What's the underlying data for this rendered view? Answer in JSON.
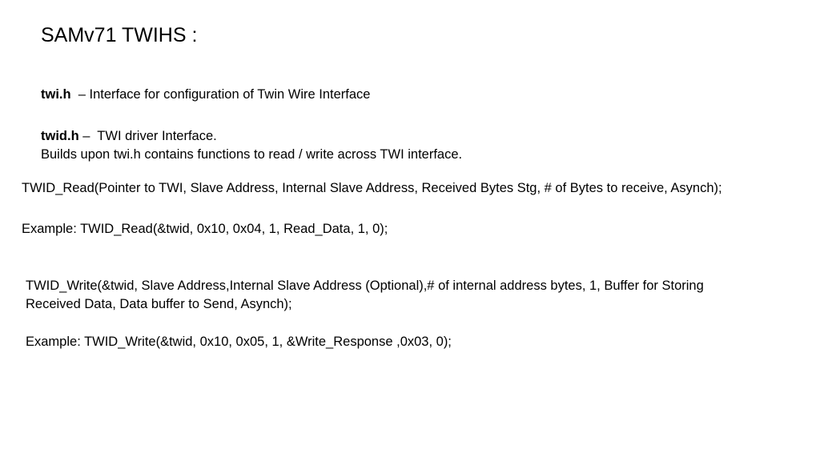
{
  "slide": {
    "title": "SAMv71 TWIHS :",
    "twi_h": {
      "name": "twi.h",
      "separator": "  – ",
      "description": "Interface for configuration of Twin Wire Interface"
    },
    "twid_h": {
      "name": "twid.h",
      "separator": " –  ",
      "description": "TWI driver Interface.",
      "details": "Builds upon twi.h contains functions to read / write across TWI interface."
    },
    "twid_read": {
      "signature": "TWID_Read(Pointer to TWI, Slave Address, Internal Slave Address, Received Bytes Stg, # of Bytes to receive, Asynch);",
      "example": "Example: TWID_Read(&twid, 0x10, 0x04, 1, Read_Data, 1, 0);"
    },
    "twid_write": {
      "signature_line1": "TWID_Write(&twid, Slave Address,Internal Slave Address (Optional),# of internal address bytes, 1, Buffer for Storing",
      "signature_line2": "Received Data, Data buffer to Send, Asynch);",
      "example": "Example: TWID_Write(&twid, 0x10, 0x05, 1, &Write_Response ,0x03, 0);"
    }
  }
}
